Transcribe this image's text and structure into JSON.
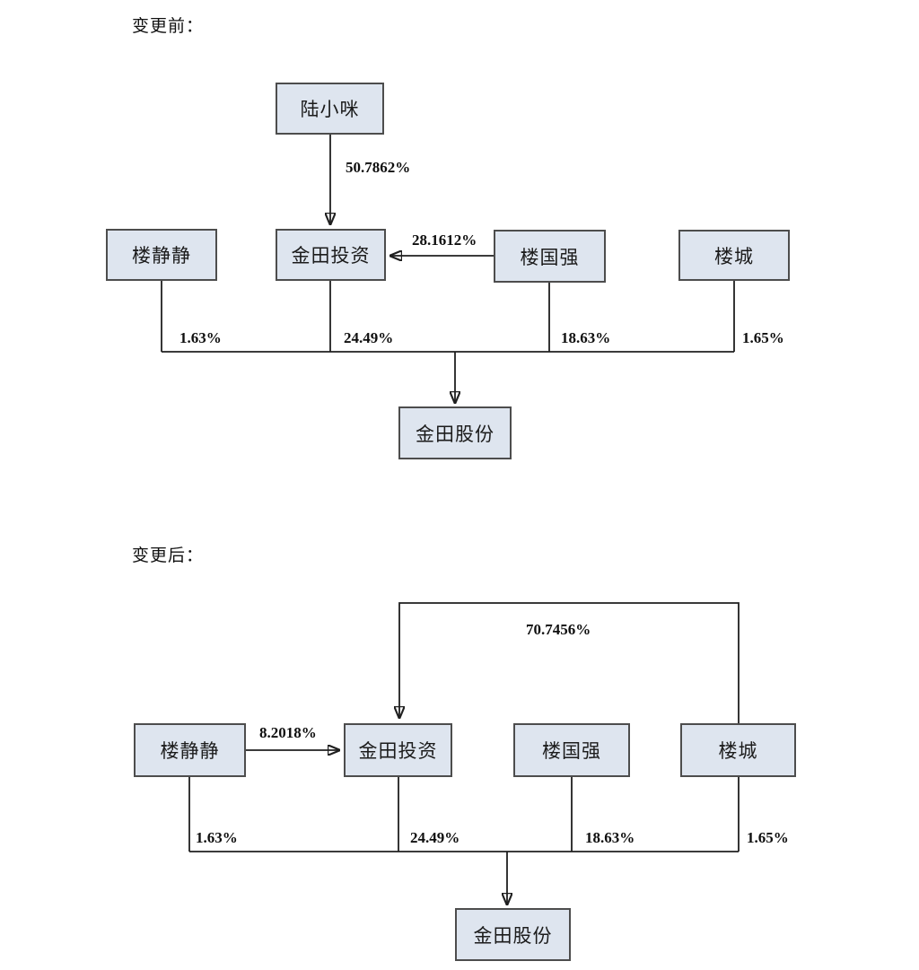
{
  "colors": {
    "box_fill": "#dee5ef",
    "box_border": "#4d4d4d",
    "line": "#1f1f1f",
    "background": "#ffffff"
  },
  "before": {
    "section_label": "变更前：",
    "nodes": {
      "lu_xiaomi": "陆小咪",
      "lou_jingjing": "楼静静",
      "jintian_investment": "金田投资",
      "lou_guoqiang": "楼国强",
      "lou_cheng": "楼城",
      "jintian_shares": "金田股份"
    },
    "edge_labels": {
      "lu_xiaomi_to_investment": "50.7862%",
      "lou_guoqiang_to_investment": "28.1612%",
      "lou_jingjing_to_shares": "1.63%",
      "investment_to_shares": "24.49%",
      "lou_guoqiang_to_shares": "18.63%",
      "lou_cheng_to_shares": "1.65%"
    }
  },
  "after": {
    "section_label": "变更后：",
    "nodes": {
      "lou_jingjing": "楼静静",
      "jintian_investment": "金田投资",
      "lou_guoqiang": "楼国强",
      "lou_cheng": "楼城",
      "jintian_shares": "金田股份"
    },
    "edge_labels": {
      "lou_cheng_to_investment": "70.7456%",
      "lou_jingjing_to_investment": "8.2018%",
      "lou_jingjing_to_shares": "1.63%",
      "investment_to_shares": "24.49%",
      "lou_guoqiang_to_shares": "18.63%",
      "lou_cheng_to_shares": "1.65%"
    }
  }
}
